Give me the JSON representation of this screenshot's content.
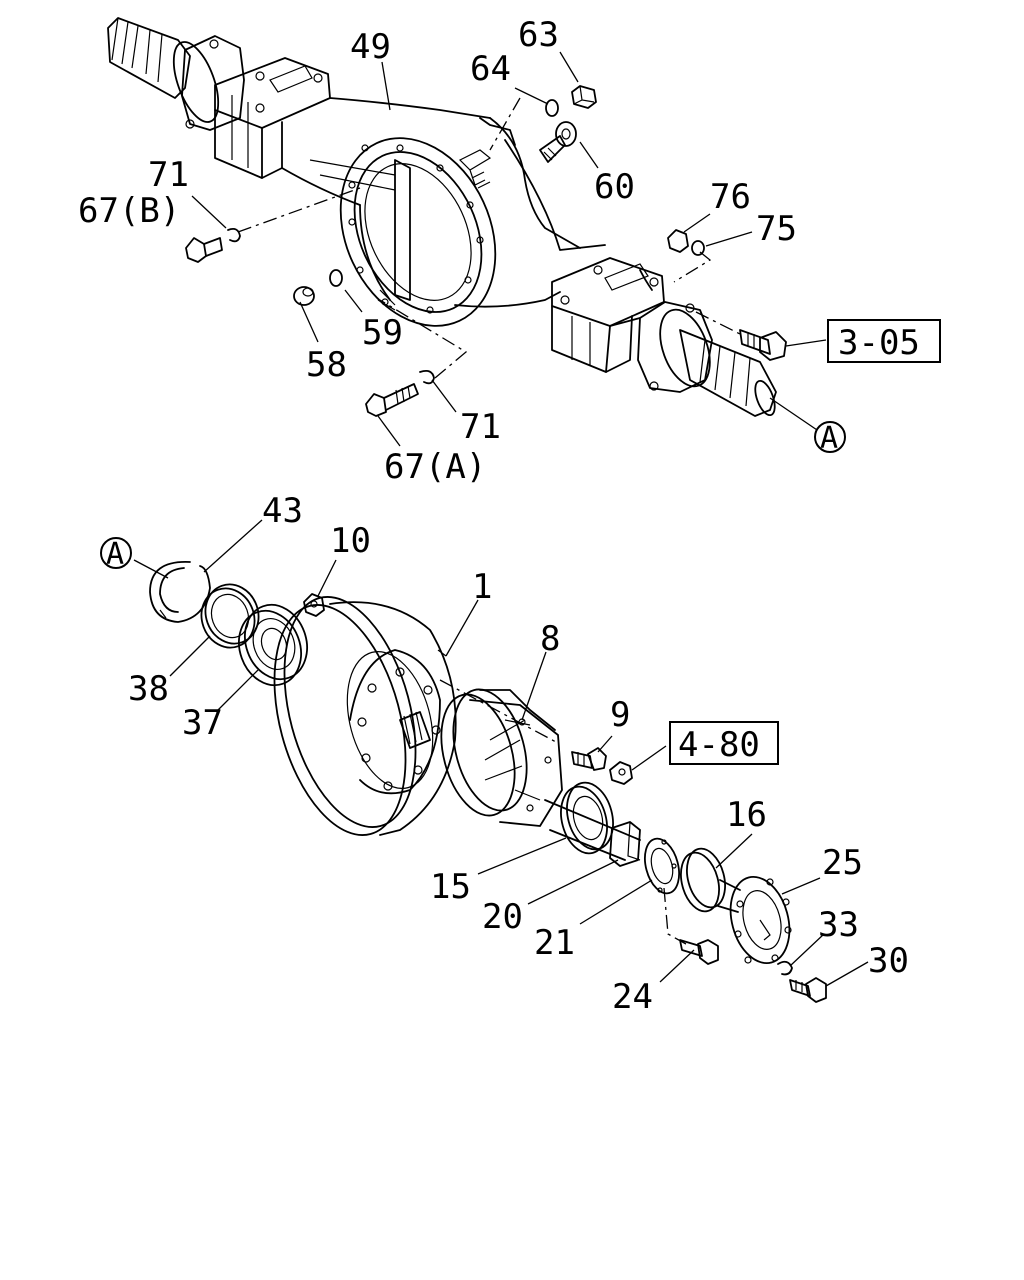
{
  "callouts": {
    "c1": "1",
    "c8": "8",
    "c9": "9",
    "c10": "10",
    "c15": "15",
    "c16": "16",
    "c20": "20",
    "c21": "21",
    "c24": "24",
    "c25": "25",
    "c30": "30",
    "c33": "33",
    "c37": "37",
    "c38": "38",
    "c43": "43",
    "c49": "49",
    "c58": "58",
    "c59": "59",
    "c60": "60",
    "c63": "63",
    "c64": "64",
    "c67a": "67(A)",
    "c67b": "67(B)",
    "c71a": "71",
    "c71b": "71",
    "c75": "75",
    "c76": "76"
  },
  "refs": {
    "ref_305": "3-05",
    "ref_480": "4-80"
  },
  "markers": {
    "marker_a_top": "A",
    "marker_a_bottom": "A"
  }
}
